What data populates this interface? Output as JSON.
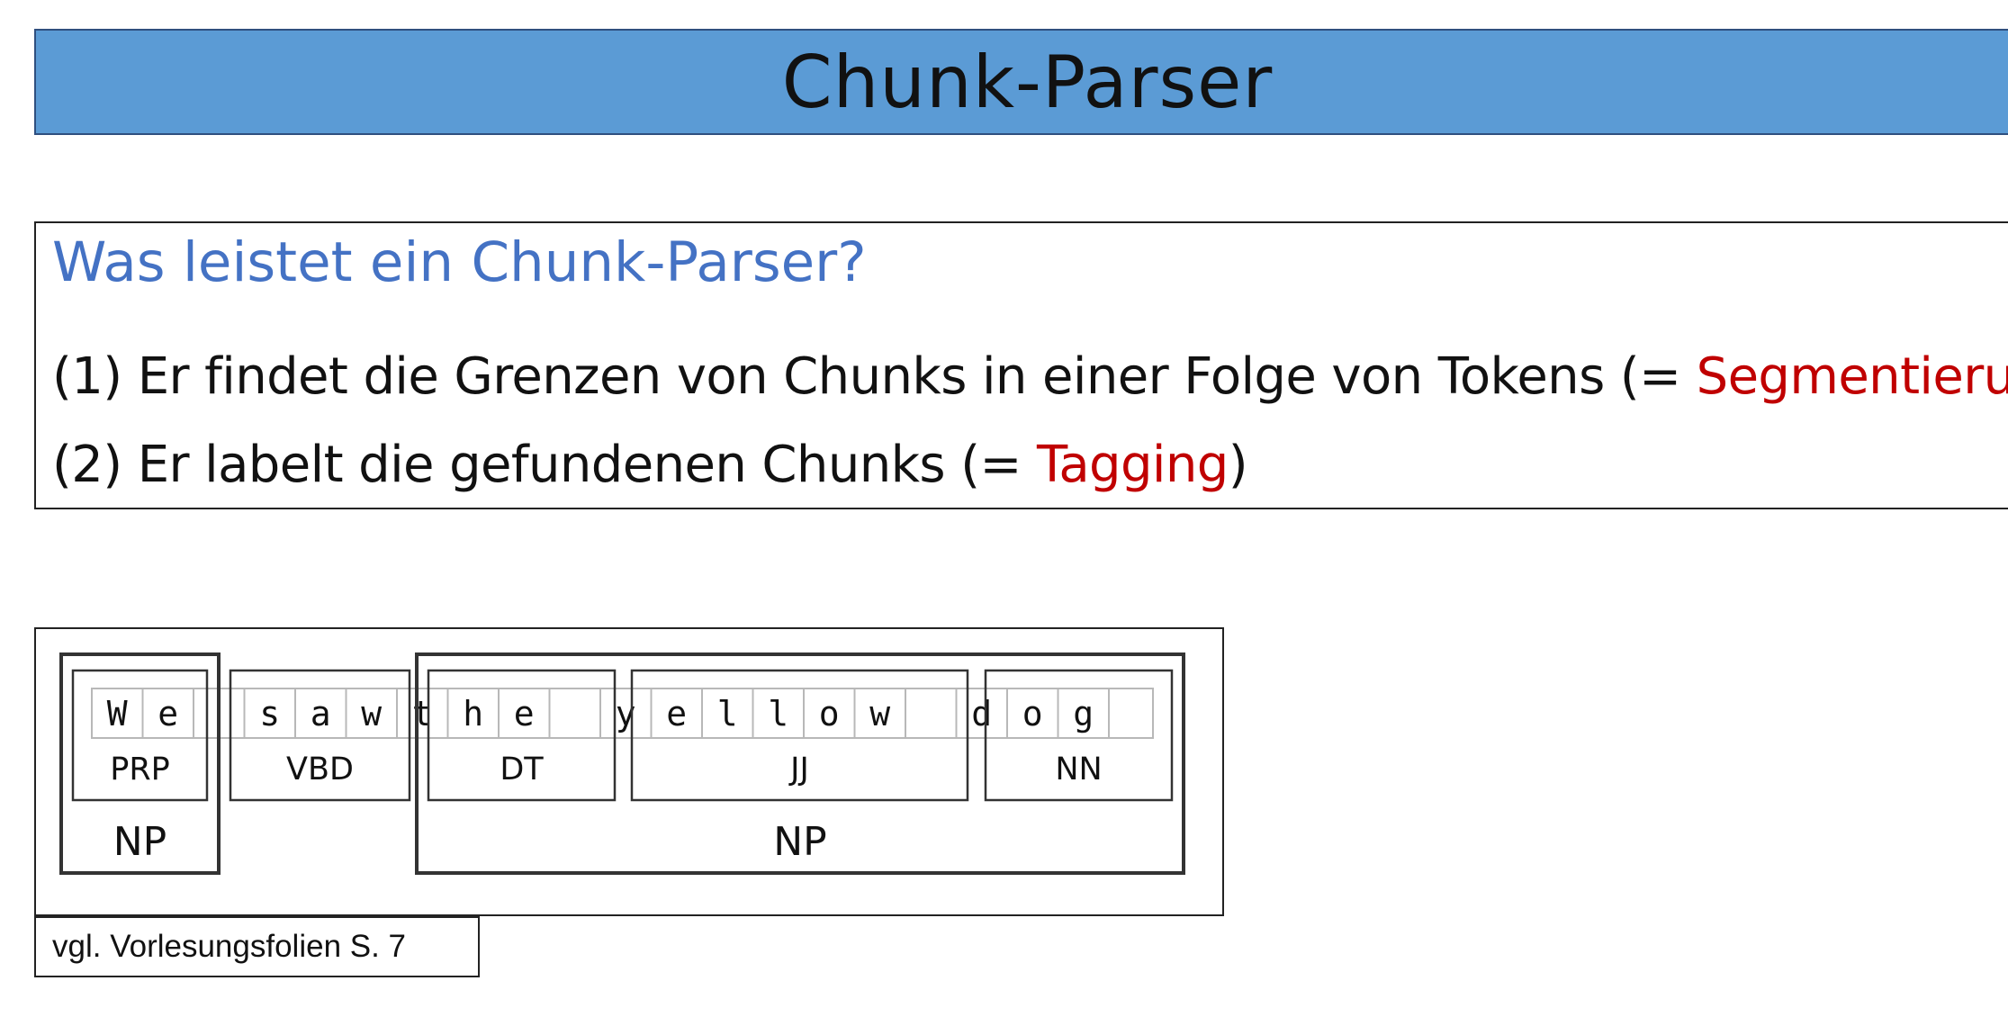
{
  "slide": {
    "title": "Chunk-Parser",
    "question": "Was leistet ein Chunk-Parser?",
    "points": [
      {
        "before": "(1) Er findet die Grenzen von Chunks in einer Folge von Tokens (= ",
        "highlight": "Segmentierung",
        "after": ")"
      },
      {
        "before": "(2) Er labelt die gefundenen Chunks (= ",
        "highlight": "Tagging",
        "after": ")"
      }
    ],
    "caption": "vgl. Vorlesungsfolien S. 7"
  },
  "figure": {
    "tokens": [
      {
        "letters": [
          "W",
          "e"
        ],
        "tag": "PRP"
      },
      {
        "letters": [
          "s",
          "a",
          "w"
        ],
        "tag": "VBD"
      },
      {
        "letters": [
          "t",
          "h",
          "e"
        ],
        "tag": "DT"
      },
      {
        "letters": [
          "y",
          "e",
          "l",
          "l",
          "o",
          "w"
        ],
        "tag": "JJ"
      },
      {
        "letters": [
          "d",
          "o",
          "g"
        ],
        "tag": "NN"
      }
    ],
    "chunks": [
      {
        "label": "NP",
        "tokens": [
          0
        ]
      },
      {
        "label": "NP",
        "tokens": [
          2,
          3,
          4
        ]
      }
    ]
  }
}
